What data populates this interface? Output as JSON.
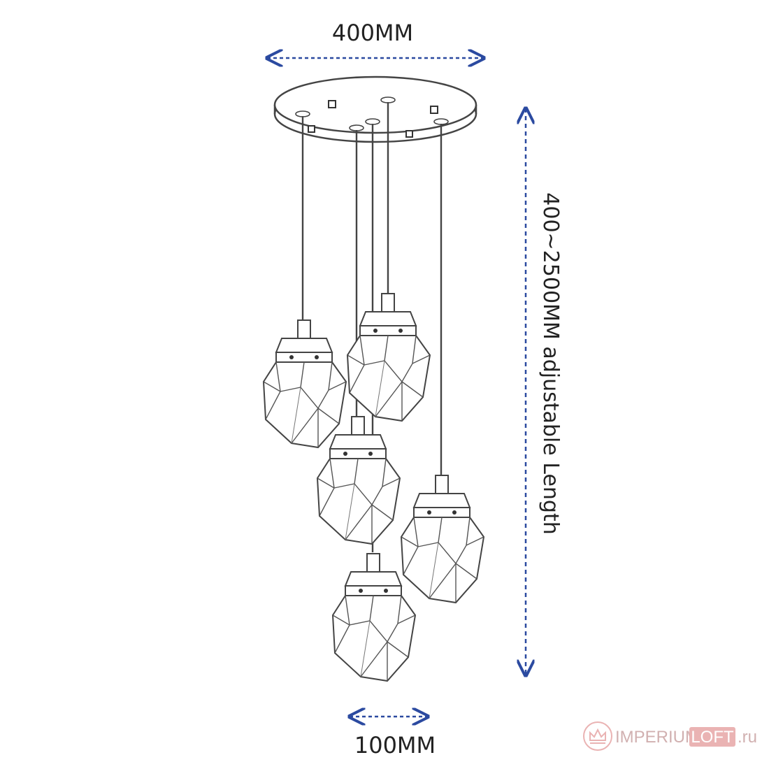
{
  "dimensions": {
    "canopy_width": "400MM",
    "shade_width": "100MM",
    "drop_length": "400~2500MM adjustable Length"
  },
  "watermark": {
    "brand_main": "IMPERIUM",
    "brand_highlight": "LOFT",
    "domain_suffix": ".ru"
  },
  "colors": {
    "dimension_line": "#2b4aa0",
    "outline": "#444444",
    "watermark_text": "#c9a3a3",
    "watermark_badge": "#e7a6a6"
  },
  "icons": {
    "watermark_logo": "crown-emblem-icon"
  }
}
